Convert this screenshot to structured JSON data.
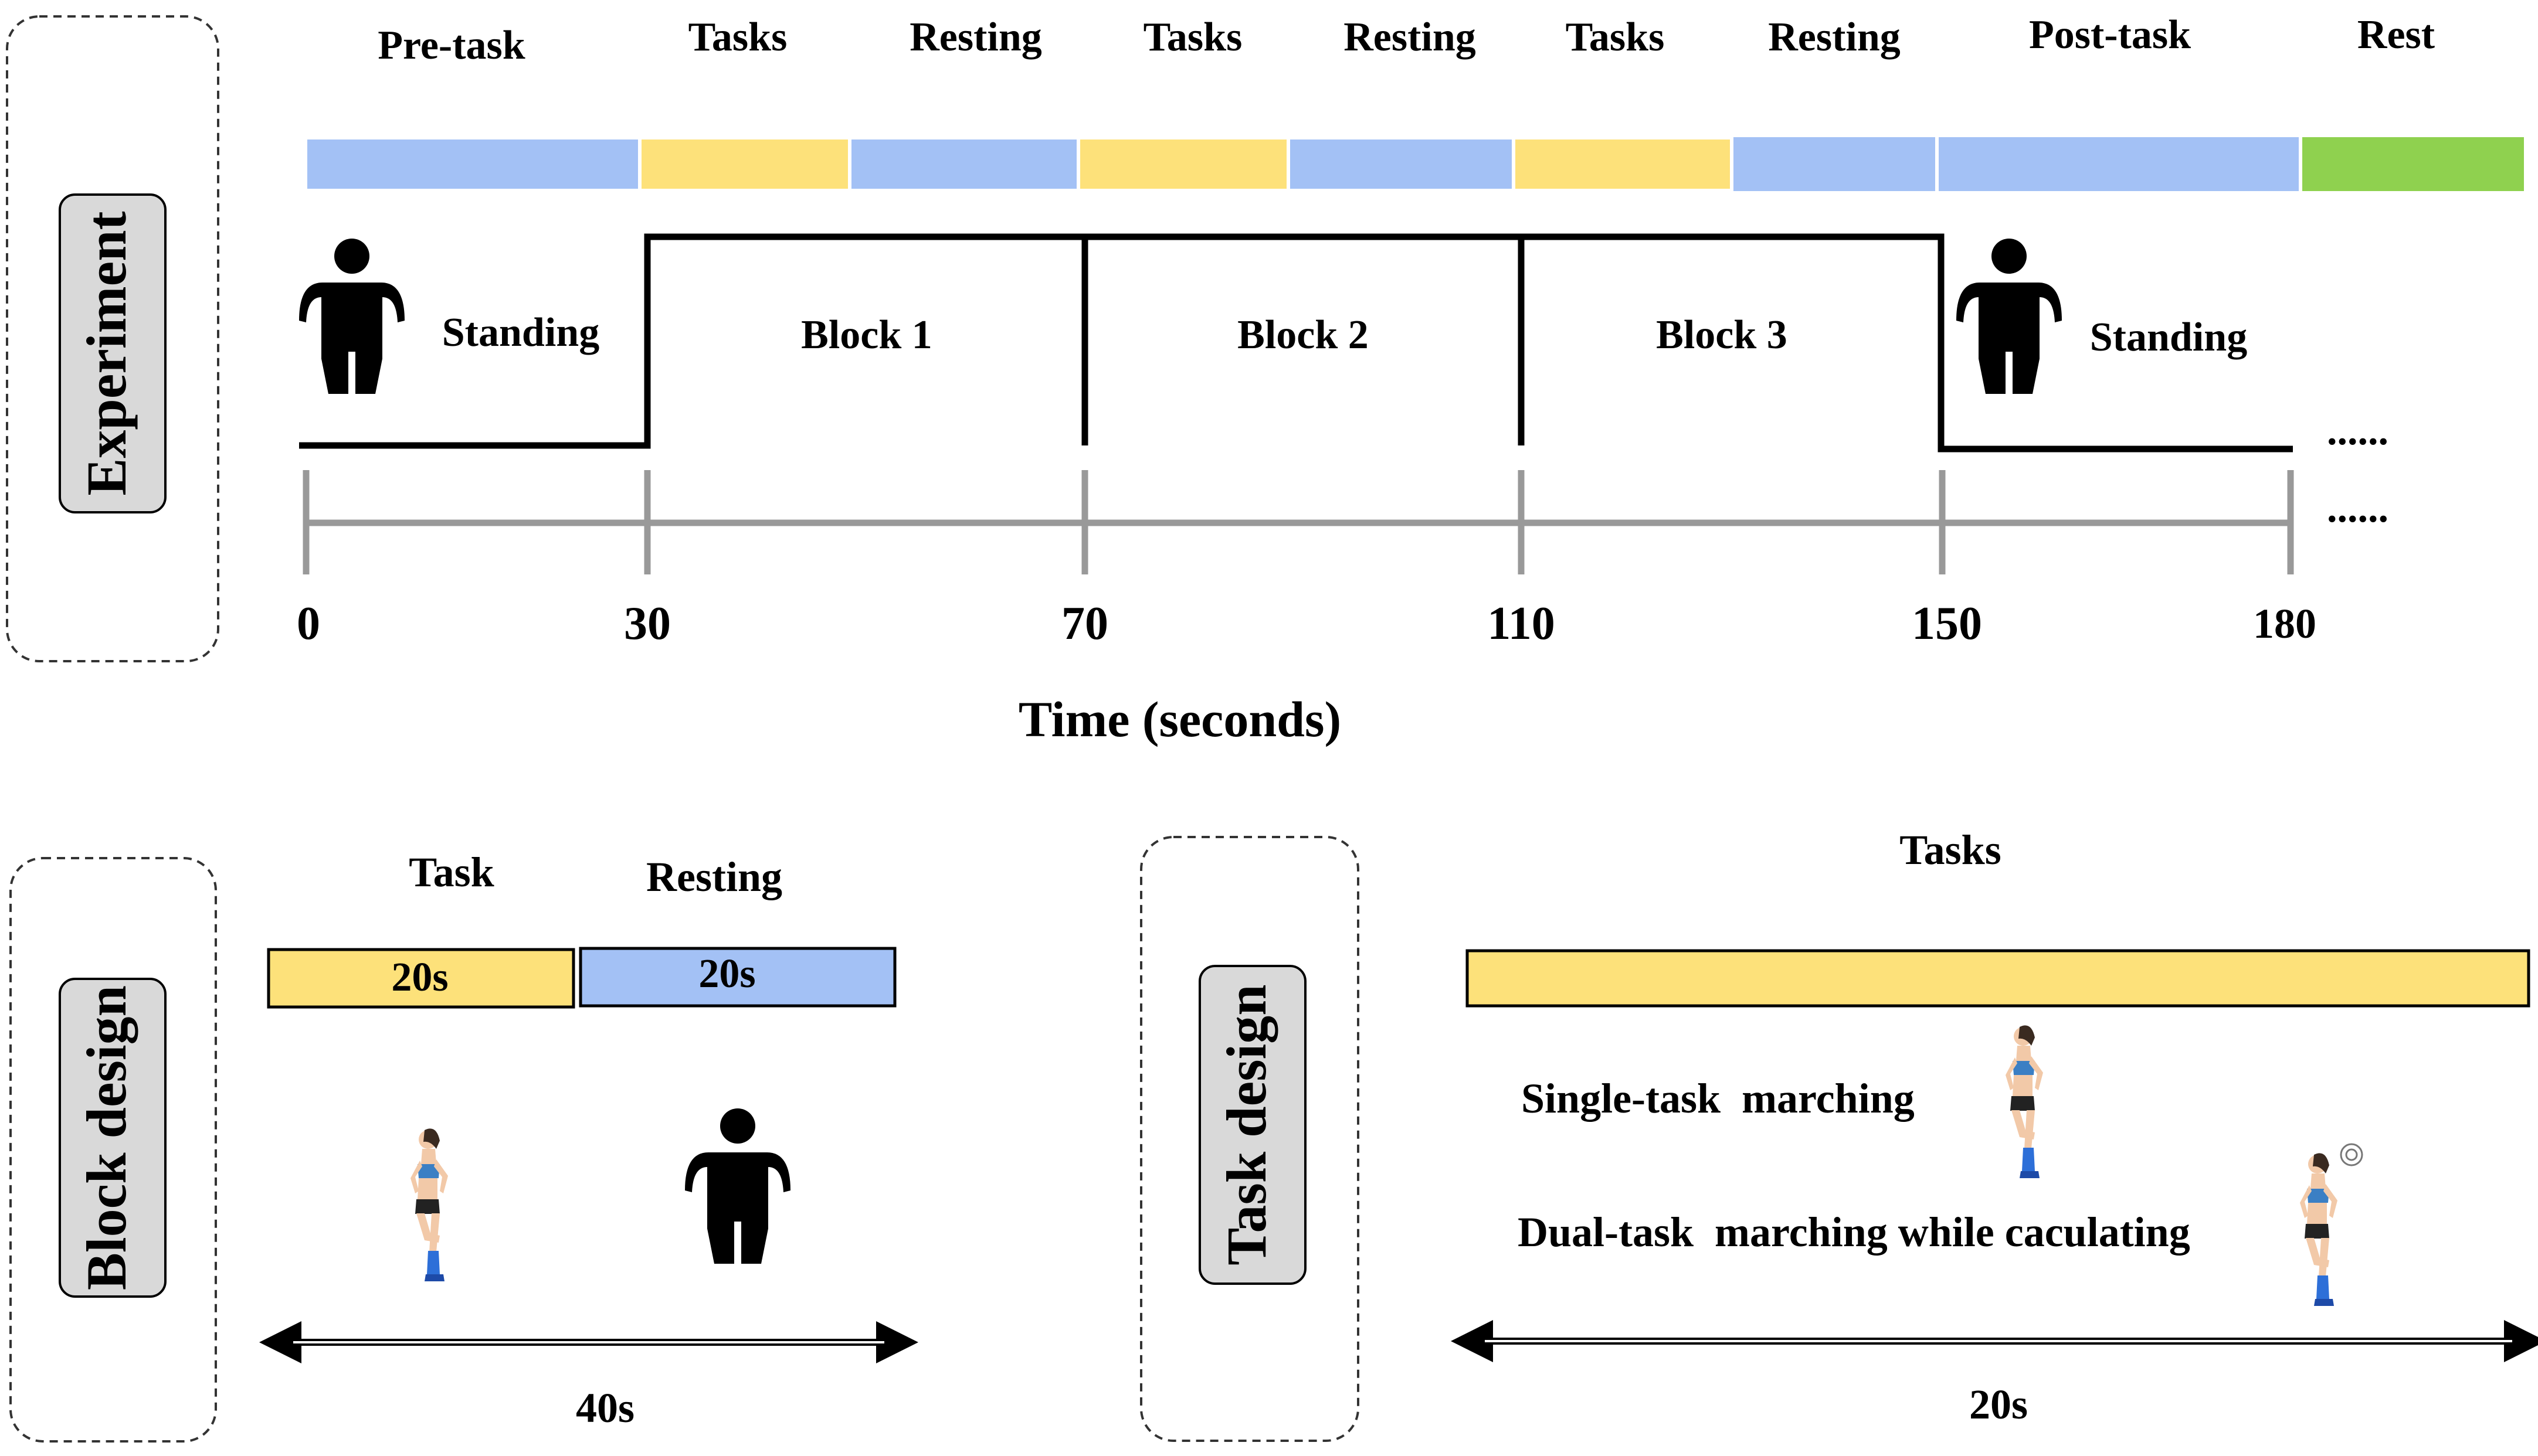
{
  "colors": {
    "task": "#fde17a",
    "resting": "#a3c1f5",
    "rest": "#8fd14f",
    "axis": "#999999",
    "line": "#000000",
    "label_box": "#d9d9d9"
  },
  "experiment": {
    "side_label": "Experiment",
    "phases": [
      {
        "label": "Pre-task",
        "kind": "resting"
      },
      {
        "label": "Tasks",
        "kind": "task"
      },
      {
        "label": "Resting",
        "kind": "resting"
      },
      {
        "label": "Tasks",
        "kind": "task"
      },
      {
        "label": "Resting",
        "kind": "resting"
      },
      {
        "label": "Tasks",
        "kind": "task"
      },
      {
        "label": "Resting",
        "kind": "resting"
      },
      {
        "label": "Post-task",
        "kind": "resting"
      },
      {
        "label": "Rest",
        "kind": "rest"
      }
    ],
    "signal_labels": [
      "Standing",
      "Block 1",
      "Block 2",
      "Block 3",
      "Standing"
    ],
    "ticks": [
      "0",
      "30",
      "70",
      "110",
      "150",
      "180"
    ],
    "ellipsis": "......",
    "axis_label": "Time (seconds)",
    "icons": [
      "person-standing-icon",
      "person-standing-icon"
    ]
  },
  "block_design": {
    "side_label": "Block design",
    "headers": [
      "Task",
      "Resting"
    ],
    "bars": [
      {
        "label": "20s",
        "kind": "task"
      },
      {
        "label": "20s",
        "kind": "resting"
      }
    ],
    "duration": "40s",
    "icons": [
      "woman-marching-icon",
      "person-standing-icon"
    ]
  },
  "task_design": {
    "side_label": "Task design",
    "header": "Tasks",
    "conditions": [
      "Single-task  marching",
      "Dual-task  marching while caculating"
    ],
    "duration": "20s",
    "icons": [
      "woman-marching-icon",
      "woman-marching-thinking-icon"
    ]
  }
}
